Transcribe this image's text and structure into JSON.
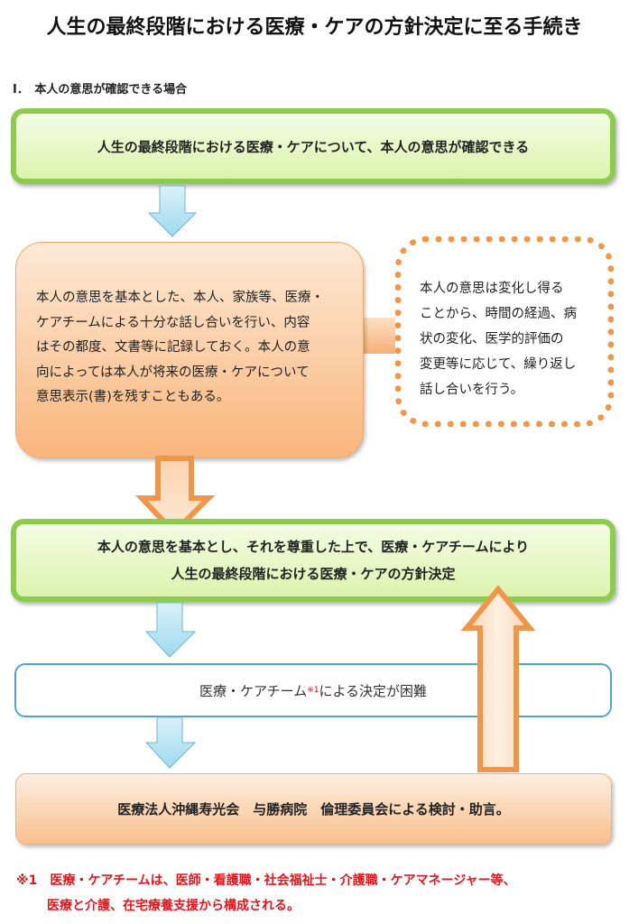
{
  "title": "人生の最終段階における医療・ケアの方針決定に至る手続き",
  "section_heading": "Ⅰ．　本人の意思が確認できる場合",
  "box_intent_confirmed": "人生の最終段階における医療・ケアについて、本人の意思が確認できる",
  "box_discussion": [
    "本人の意思を基本とした、本人、家族等、医療・",
    "ケアチームによる十分な話し合いを行い、内容",
    "はその都度、文書等に記録しておく。本人の意",
    "向によっては本人が将来の医療・ケアについて",
    "意思表示(書)を残すこともある。"
  ],
  "note_repeat": [
    "本人の意思は変化し得る",
    "ことから、時間の経過、病",
    "状の変化、医学的評価の",
    "変更等に応じて、繰り返し",
    "話し合いを行う。"
  ],
  "box_decision": [
    "本人の意思を基本とし、それを尊重した上で、医療・ケアチームにより",
    "人生の最終段階における医療・ケアの方針決定"
  ],
  "box_difficult": {
    "before": "医療・ケアチーム",
    "sup": "※1",
    "after": "による決定が困難"
  },
  "box_ethics": "医療法人沖縄寿光会　与勝病院　倫理委員会による検討・助言。",
  "footnote": [
    "※1　医療・ケアチームは、医師・看護職・社会福祉士・介護職・ケアマネージャー等、",
    "医療と介護、在宅療養支援から構成される。"
  ],
  "colors": {
    "green": "#8dcb4e",
    "orange": "#f0964a",
    "blue": "#4da7c2",
    "red": "#e3141c"
  }
}
